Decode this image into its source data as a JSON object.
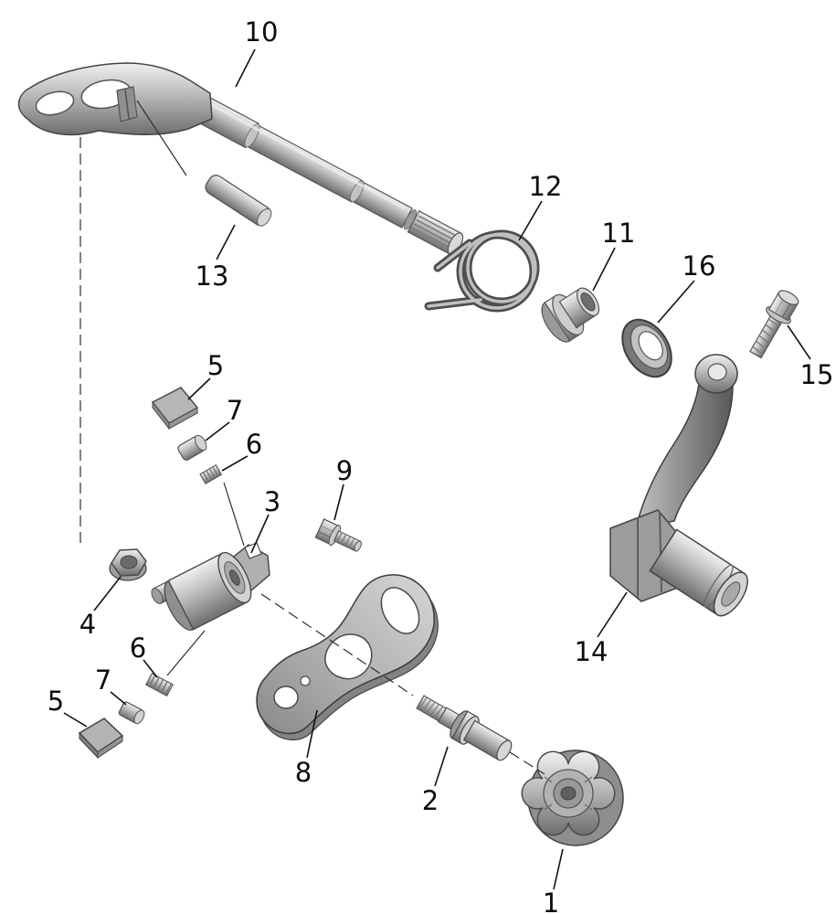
{
  "diagram": {
    "kind": "exploded-parts-diagram",
    "subject": "gear-shift-mechanism",
    "background_color": "#ffffff",
    "line_color": "#1a1a1a",
    "metal_light": "#f0f0f0",
    "metal_dark": "#6e6e6e",
    "callouts": [
      {
        "label": "10",
        "part": "shift-shaft-with-lever"
      },
      {
        "label": "13",
        "part": "dowel-pin"
      },
      {
        "label": "12",
        "part": "torsion-spring"
      },
      {
        "label": "11",
        "part": "bushing"
      },
      {
        "label": "16",
        "part": "seal-ring"
      },
      {
        "label": "15",
        "part": "bolt"
      },
      {
        "label": "14",
        "part": "shift-pedal-lever"
      },
      {
        "label": "5",
        "part": "pad-upper"
      },
      {
        "label": "7",
        "part": "plunger-upper"
      },
      {
        "label": "6",
        "part": "spring-upper"
      },
      {
        "label": "9",
        "part": "screw"
      },
      {
        "label": "3",
        "part": "pawl-carrier"
      },
      {
        "label": "4",
        "part": "nut"
      },
      {
        "label": "6",
        "part": "spring-lower"
      },
      {
        "label": "7",
        "part": "plunger-lower"
      },
      {
        "label": "5",
        "part": "pad-lower"
      },
      {
        "label": "8",
        "part": "guide-plate"
      },
      {
        "label": "2",
        "part": "pivot-pin"
      },
      {
        "label": "1",
        "part": "ratchet-hub"
      }
    ]
  }
}
